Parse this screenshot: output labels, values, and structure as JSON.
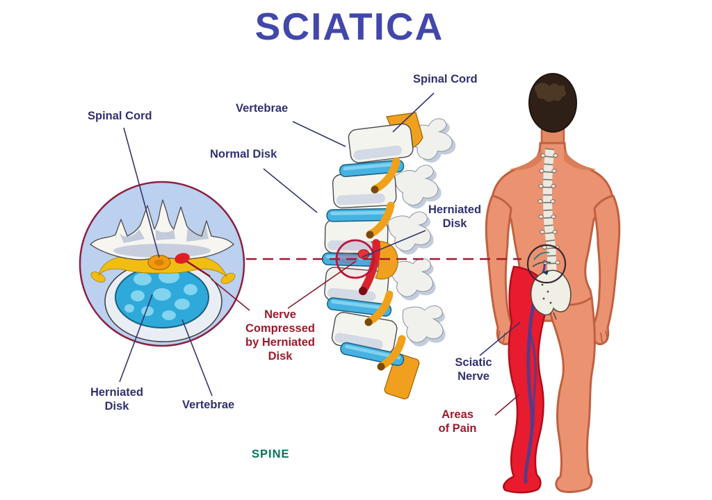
{
  "title": "SCIATICA",
  "inset_diagram": {
    "description": "Vertebra cross-section close-up",
    "labels": {
      "spinal_cord": "Spinal Cord",
      "herniated_disk": "Herniated\nDisk",
      "vertebrae": "Vertebrae"
    }
  },
  "spine_diagram": {
    "caption": "SPINE",
    "labels": {
      "vertebrae": "Vertebrae",
      "normal_disk": "Normal Disk",
      "spinal_cord": "Spinal Cord",
      "herniated_disk": "Herniated\nDisk",
      "nerve_compressed": "Nerve\nCompressed\nby Herniated\nDisk"
    }
  },
  "body_diagram": {
    "description": "Human figure seen from behind",
    "labels": {
      "sciatic_nerve": "Sciatic\nNerve",
      "areas_of_pain": "Areas\nof Pain"
    }
  },
  "colors": {
    "title_blue": "#4247ab",
    "label_navy": "#2f3170",
    "label_dark_red": "#9b1b2c",
    "caption_green": "#00775a",
    "pain_red": "#e81c2e",
    "nerve_orange": "#f0a01e",
    "disk_blue": "#45b2e2",
    "skin": "#eb9270",
    "inset_background": "#bcd0f0",
    "inset_border": "#8b2140"
  }
}
